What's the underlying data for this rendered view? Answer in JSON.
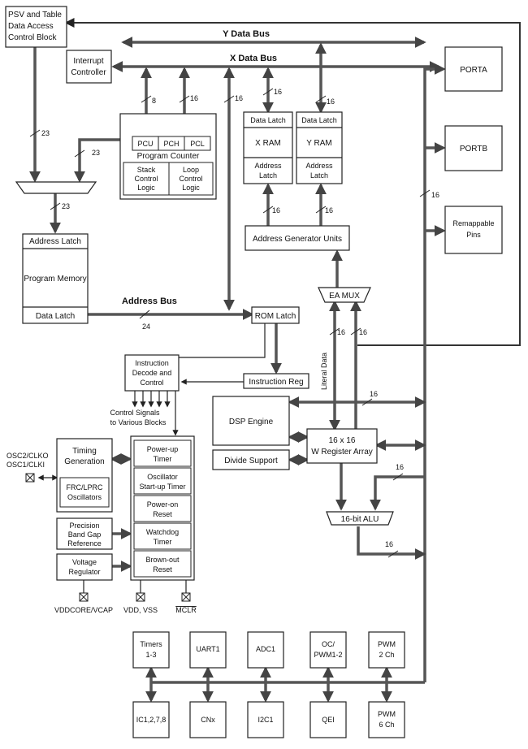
{
  "blocks": {
    "psv": [
      "PSV and Table",
      "Data Access",
      "Control Block"
    ],
    "interrupt": [
      "Interrupt",
      "Controller"
    ],
    "y_data_bus": "Y Data Bus",
    "x_data_bus": "X Data Bus",
    "porta": "PORTA",
    "portb": "PORTB",
    "remappable": [
      "Remappable",
      "Pins"
    ],
    "pcu": "PCU",
    "pch": "PCH",
    "pcl": "PCL",
    "program_counter": "Program Counter",
    "stack_control": [
      "Stack",
      "Control",
      "Logic"
    ],
    "loop_control": [
      "Loop",
      "Control",
      "Logic"
    ],
    "xram_latch_top": "Data Latch",
    "xram": "X RAM",
    "xram_addr": [
      "Address",
      "Latch"
    ],
    "yram_latch_top": "Data Latch",
    "yram": "Y RAM",
    "yram_addr": [
      "Address",
      "Latch"
    ],
    "agu": "Address Generator Units",
    "pm_addr_latch": "Address Latch",
    "program_memory": "Program Memory",
    "pm_data_latch": "Data Latch",
    "address_bus": "Address Bus",
    "ea_mux": "EA MUX",
    "rom_latch": "ROM Latch",
    "literal_data": "Literal Data",
    "instr_decode": [
      "Instruction",
      "Decode and",
      "Control"
    ],
    "instruction_reg": "Instruction Reg",
    "control_signals": [
      "Control Signals",
      "to Various Blocks"
    ],
    "dsp_engine": "DSP Engine",
    "divide_support": "Divide Support",
    "w_register": [
      "16 x 16",
      "W Register Array"
    ],
    "alu": "16-bit ALU",
    "osc_pins": [
      "OSC2/CLKO",
      "OSC1/CLKI"
    ],
    "timing_gen": [
      "Timing",
      "Generation"
    ],
    "frc_osc": [
      "FRC/LPRC",
      "Oscillators"
    ],
    "bandgap": [
      "Precision",
      "Band Gap",
      "Reference"
    ],
    "vreg": [
      "Voltage",
      "Regulator"
    ],
    "powerup_timer": [
      "Power-up",
      "Timer"
    ],
    "osc_startup": [
      "Oscillator",
      "Start-up Timer"
    ],
    "poweron_reset": [
      "Power-on",
      "Reset"
    ],
    "watchdog": [
      "Watchdog",
      "Timer"
    ],
    "brownout": [
      "Brown-out",
      "Reset"
    ],
    "vddcore_pin": "VDDCORE/VCAP",
    "vdd_pin": "VDD, VSS",
    "mclr_pin": "MCLR",
    "timers": [
      "Timers",
      "1-3"
    ],
    "uart1": "UART1",
    "adc1": "ADC1",
    "oc_pwm": [
      "OC/",
      "PWM1-2"
    ],
    "pwm2": [
      "PWM",
      "2 Ch"
    ],
    "ic": "IC1,2,7,8",
    "cnx": "CNx",
    "i2c1": "I2C1",
    "qei": "QEI",
    "pwm6": [
      "PWM",
      "6 Ch"
    ]
  },
  "widths": {
    "w23_a": "23",
    "w23_b": "23",
    "w23_c": "23",
    "w8": "8",
    "w16_pc": "16",
    "w16_x": "16",
    "w16_xram": "16",
    "w16_yram": "16",
    "w16_agu_x": "16",
    "w16_agu_y": "16",
    "w16_right": "16",
    "w24": "24",
    "w16_lit": "16",
    "w16_ea": "16",
    "w16_dsp": "16",
    "w16_alu_in": "16",
    "w16_alu_out": "16"
  },
  "colors": {
    "bus": "#555555",
    "line": "#222222",
    "box_fill": "#ffffff"
  }
}
